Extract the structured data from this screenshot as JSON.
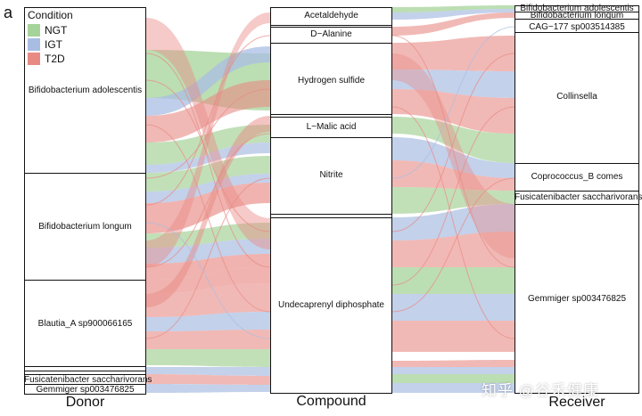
{
  "panel_letter": "a",
  "legend": {
    "title": "Condition",
    "items": [
      {
        "name": "NGT",
        "color": "#a6d39a"
      },
      {
        "name": "IGT",
        "color": "#a9bde3"
      },
      {
        "name": "T2D",
        "color": "#e88a84"
      }
    ]
  },
  "axes": {
    "donor": "Donor",
    "compound": "Compound",
    "receiver": "Receiver"
  },
  "donor_nodes": [
    "Bifidobacterium adolescentis",
    "Bifidobacterium longum",
    "Blautia_A sp900066165",
    "",
    "",
    "Fusicatenibacter saccharivorans",
    "Gemmiger sp003476825"
  ],
  "compound_nodes": [
    "Acetaldehyde",
    "",
    "D−Alanine",
    "Hydrogen sulfide",
    "",
    "L−Malic acid",
    "Nitrite",
    "",
    "Undecaprenyl diphosphate"
  ],
  "receiver_nodes": [
    "Bifidobacterium adolescentis",
    "Bifidobacterium longum",
    "CAG−177 sp003514385",
    "Collinsella",
    "Coprococcus_B comes",
    "Fusicatenibacter saccharivorans",
    "Gemmiger sp003476825"
  ],
  "watermark": "知乎 @谷禾健康"
}
